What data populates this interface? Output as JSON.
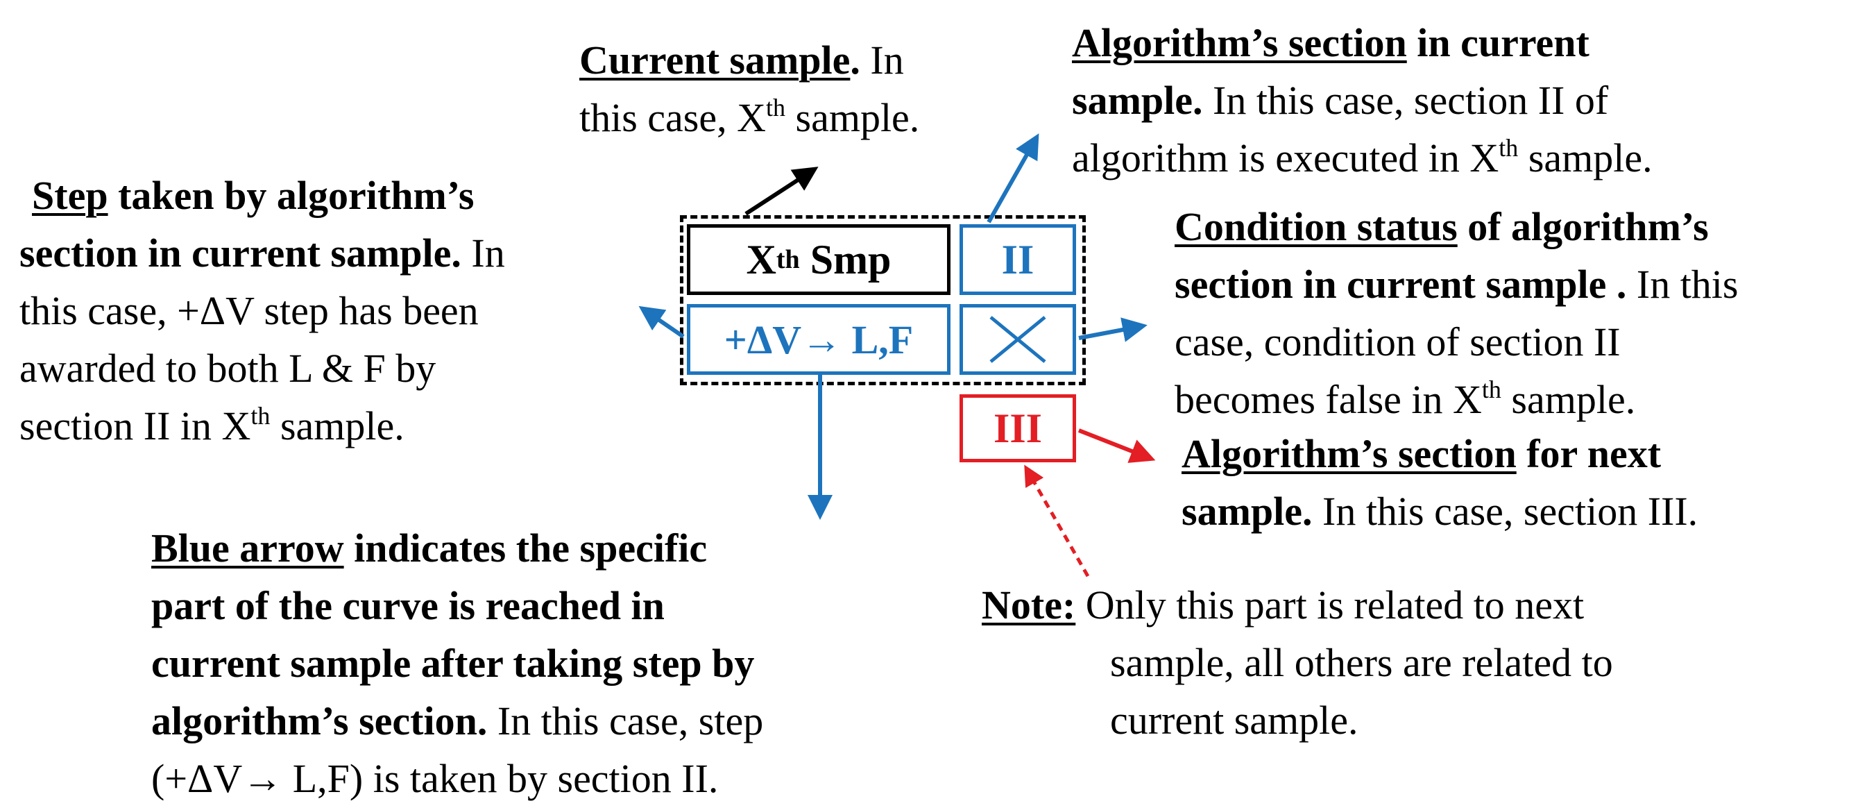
{
  "colors": {
    "blue": "#1d74bd",
    "red": "#e31e24",
    "black": "#000000"
  },
  "legend": {
    "x_box": {
      "pre": "X",
      "sup": "th",
      "post": " Smp"
    },
    "section_box": "II",
    "step_box": "+ΔV→ L,F",
    "condition_icon": "cross-icon",
    "next_box": "III"
  },
  "annotations": {
    "current_sample": {
      "title": "Current sample",
      "title_end": ".",
      "text1": " In",
      "text2_pre": "this case, X",
      "text2_sup": "th",
      "text2_post": " sample."
    },
    "algorithm_section": {
      "title": "Algorithm’s section",
      "title_rest": " in current",
      "line2_bold": "sample.",
      "line2_rest": " In this case, section II of",
      "line3_pre": "algorithm is executed in X",
      "line3_sup": "th",
      "line3_post": " sample."
    },
    "step": {
      "title": "Step",
      "title_rest": " taken by algorithm’s",
      "line2_bold": "section in current sample.",
      "line2_rest": " In",
      "line3": "this case, +ΔV step has been",
      "line4": "awarded to both L & F by",
      "line5_pre": "section II in X",
      "line5_sup": "th",
      "line5_post": " sample."
    },
    "condition_status": {
      "title": "Condition status",
      "title_rest": " of algorithm’s",
      "line2_bold": "section in current sample .",
      "line2_rest": " In this",
      "line3": "case, condition of section II",
      "line4_pre": "becomes false in X",
      "line4_sup": "th",
      "line4_post": " sample."
    },
    "next_section": {
      "title": "Algorithm’s section",
      "title_rest": " for next",
      "line2_bold": "sample.",
      "line2_rest": " In this case, section III."
    },
    "blue_arrow": {
      "title": "Blue arrow",
      "title_rest": " indicates the specific",
      "line2": "part of the curve is reached in",
      "line3": "current sample after taking step by",
      "line4_bold": "algorithm’s section.",
      "line4_rest": " In this case, step",
      "line5": "(+ΔV→ L,F) is taken by section II."
    },
    "note": {
      "title": "Note:",
      "line1_rest": " Only this part is related to next",
      "line2": "sample, all others are related to",
      "line3": "current sample."
    }
  }
}
